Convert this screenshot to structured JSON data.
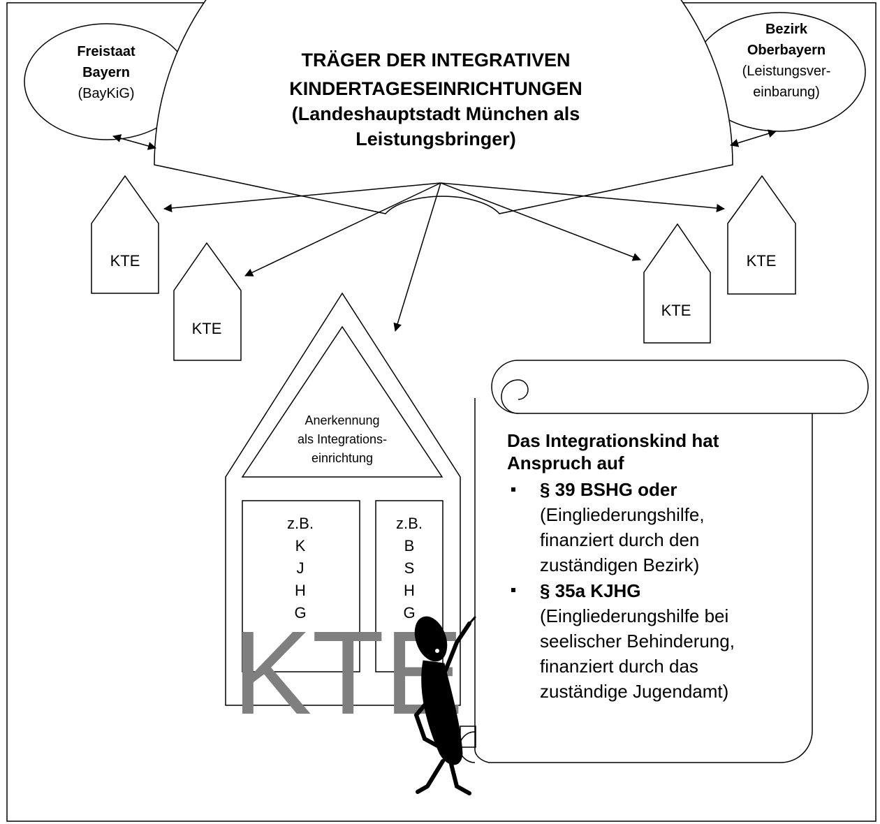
{
  "freistaat": {
    "line1": "Freistaat",
    "line2": "Bayern",
    "line3": "(BayKiG)"
  },
  "bezirk": {
    "line1": "Bezirk",
    "line2": "Oberbayern",
    "line3": "(Leistungsver-",
    "line4": "einbarung)"
  },
  "traeger": {
    "line1": "TRÄGER DER INTEGRATIVEN",
    "line2": "KINDERTAGESEINRICHTUNGEN",
    "line3": "(Landeshauptstadt München als",
    "line4": "Leistungsbringer)"
  },
  "kte_label": "KTE",
  "big_house": {
    "roof": {
      "line1": "Anerkennung",
      "line2": "als Integrations-",
      "line3": "einrichtung"
    },
    "left_box": [
      "z.B.",
      "K",
      "J",
      "H",
      "G"
    ],
    "right_box": [
      "z.B.",
      "B",
      "S",
      "H",
      "G"
    ],
    "watermark": "KTE"
  },
  "scroll": {
    "heading1": "Das Integrationskind hat",
    "heading2": "Anspruch auf",
    "bullet1": {
      "title": "§ 39 BSHG oder",
      "l1": "(Eingliederungshilfe,",
      "l2": "finanziert durch den",
      "l3": "zuständigen Bezirk)"
    },
    "bullet2": {
      "title": "§ 35a KJHG",
      "l1": "(Eingliederungshilfe bei",
      "l2": "seelischer Behinderung,",
      "l3": "finanziert durch das",
      "l4": "zuständige Jugendamt)"
    }
  }
}
